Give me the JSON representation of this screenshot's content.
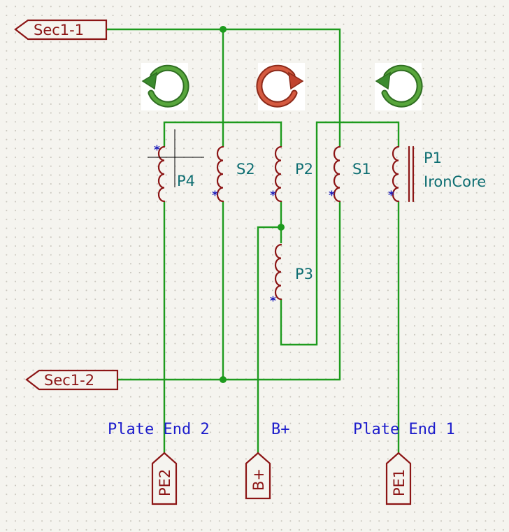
{
  "global_labels": {
    "sec1_1": "Sec1-1",
    "sec1_2": "Sec1-2"
  },
  "inductors": {
    "p4": "P4",
    "s2": "S2",
    "p2": "P2",
    "s1": "S1",
    "p1": "P1",
    "p1_value": "IronCore",
    "p3": "P3"
  },
  "polarity_mark": "*",
  "notes": {
    "plate_end_2": "Plate End 2",
    "b_plus": "B+",
    "plate_end_1": "Plate End 1"
  },
  "hier_labels": {
    "pe2": "PE2",
    "b_plus": "B+",
    "pe1": "PE1"
  },
  "rotation_icons": [
    {
      "name": "rotation-ccw-icon-left",
      "direction": "counterclockwise",
      "color": "#3a8a2e"
    },
    {
      "name": "rotation-cw-icon-center",
      "direction": "clockwise",
      "color": "#c0432f"
    },
    {
      "name": "rotation-ccw-icon-right",
      "direction": "counterclockwise",
      "color": "#3a8a2e"
    }
  ],
  "colors": {
    "wire": "#1e9b1e",
    "component": "#8c1515",
    "reference": "#0e6e72",
    "note": "#1c1ccc",
    "polarity": "#1a1ab8"
  }
}
